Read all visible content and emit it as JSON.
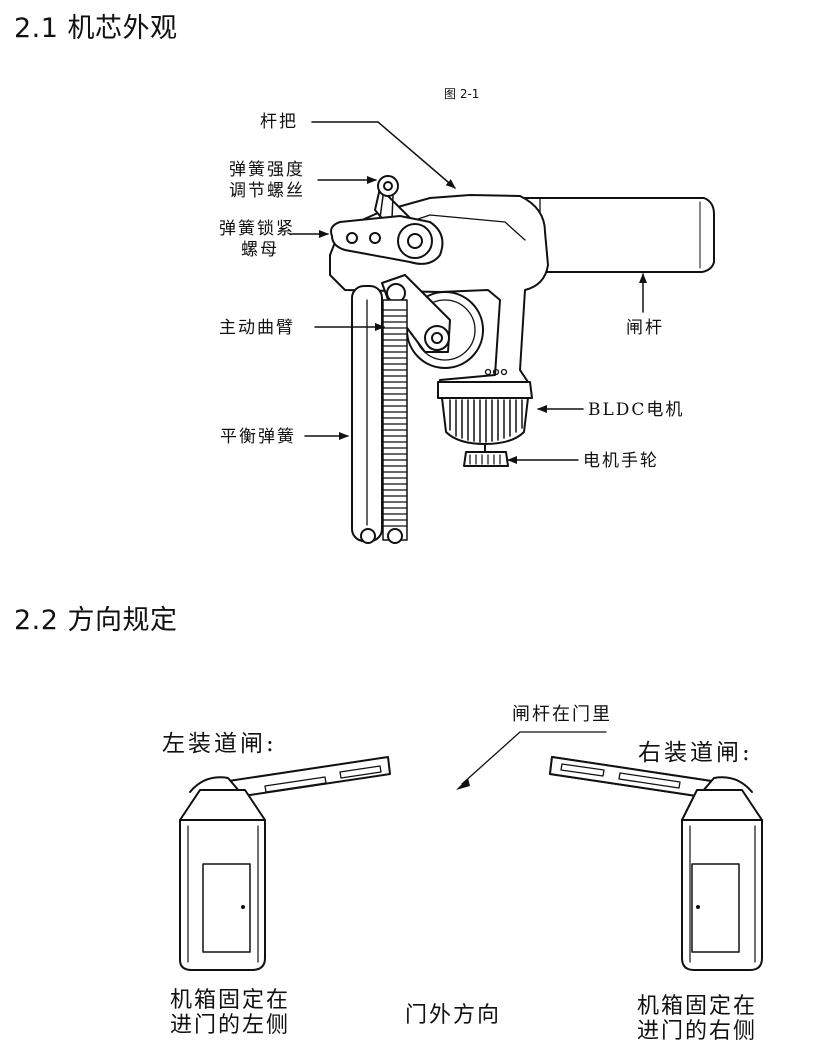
{
  "section1": {
    "heading": "2.1 机芯外观",
    "figure_label": "图 2-1",
    "labels": {
      "lever_handle": "杆把",
      "spring_adjust_line1": "弹簧强度",
      "spring_adjust_line2": "调节螺丝",
      "spring_nut_line1": "弹簧锁紧",
      "spring_nut_line2": "螺母",
      "main_crank": "主动曲臂",
      "balance_spring": "平衡弹簧",
      "barrier_arm": "闸杆",
      "bldc_motor": "BLDC电机",
      "motor_handwheel": "电机手轮"
    }
  },
  "section2": {
    "heading": "2.2 方向规定",
    "left_title": "左装道闸:",
    "right_title": "右装道闸:",
    "arm_inside": "闸杆在门里",
    "left_caption_line1": "机箱固定在",
    "left_caption_line2": "进门的左侧",
    "outside_direction": "门外方向",
    "right_caption_line1": "机箱固定在",
    "right_caption_line2": "进门的右侧"
  }
}
